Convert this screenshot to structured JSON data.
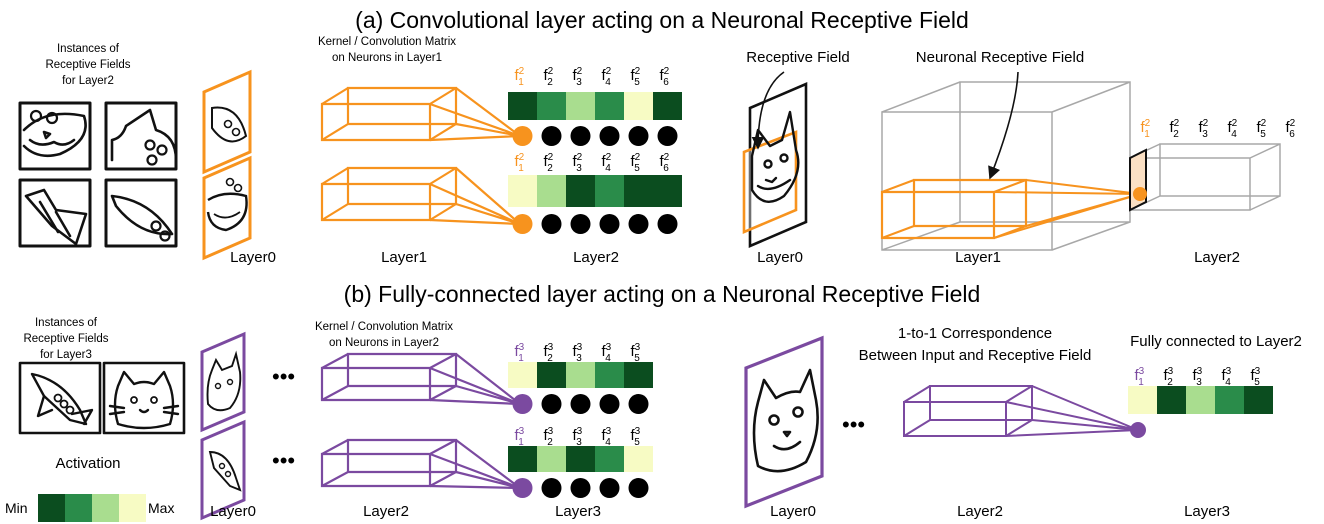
{
  "colors": {
    "orange": "#f7931e",
    "purple": "#7b4aa0",
    "gray": "#a8a8a8",
    "ink": "#111111",
    "neuron": "#000000",
    "heat": [
      "#0b4d1f",
      "#2a8c4a",
      "#a9dd8f",
      "#f7fbc4"
    ]
  },
  "section_a": {
    "title": "(a) Convolutional layer acting on a Neuronal Receptive Field",
    "instances_lines": [
      "Instances of",
      "Receptive Fields",
      "for Layer2"
    ],
    "kernel_lines": [
      "Kernel / Convolution Matrix",
      "on Neurons in Layer1"
    ],
    "receptive_field_label": "Receptive Field",
    "neuronal_rf_label": "Neuronal Receptive Field",
    "layer_labels": [
      "Layer0",
      "Layer1",
      "Layer2",
      "Layer0",
      "Layer1",
      "Layer2"
    ],
    "feature_sup": "2",
    "feature_subs": [
      "1",
      "2",
      "3",
      "4",
      "5",
      "6"
    ],
    "row1_levels": [
      0,
      1,
      2,
      1,
      3,
      0
    ],
    "row2_levels": [
      3,
      2,
      0,
      1,
      0,
      0
    ],
    "neurons_per_row": 6
  },
  "section_b": {
    "title": "(b) Fully-connected layer acting on a Neuronal Receptive Field",
    "instances_lines": [
      "Instances of",
      "Receptive Fields",
      "for Layer3"
    ],
    "kernel_lines": [
      "Kernel / Convolution Matrix",
      "on Neurons in Layer2"
    ],
    "correspondence_lines": [
      "1-to-1  Correspondence",
      "Between Input and Receptive Field"
    ],
    "fully_connected_label": "Fully connected to Layer2",
    "layer_labels": [
      "Layer0",
      "Layer2",
      "Layer3",
      "Layer0",
      "Layer2",
      "Layer3"
    ],
    "feature_sup": "3",
    "feature_subs": [
      "1",
      "2",
      "3",
      "4",
      "5"
    ],
    "row1_levels": [
      3,
      0,
      2,
      1,
      0
    ],
    "row2_levels": [
      0,
      2,
      0,
      1,
      3
    ],
    "right_levels": [
      3,
      0,
      2,
      1,
      0
    ],
    "neurons_per_row": 5,
    "ellipsis": "•••"
  },
  "legend": {
    "title": "Activation",
    "min_label": "Min",
    "max_label": "Max"
  }
}
